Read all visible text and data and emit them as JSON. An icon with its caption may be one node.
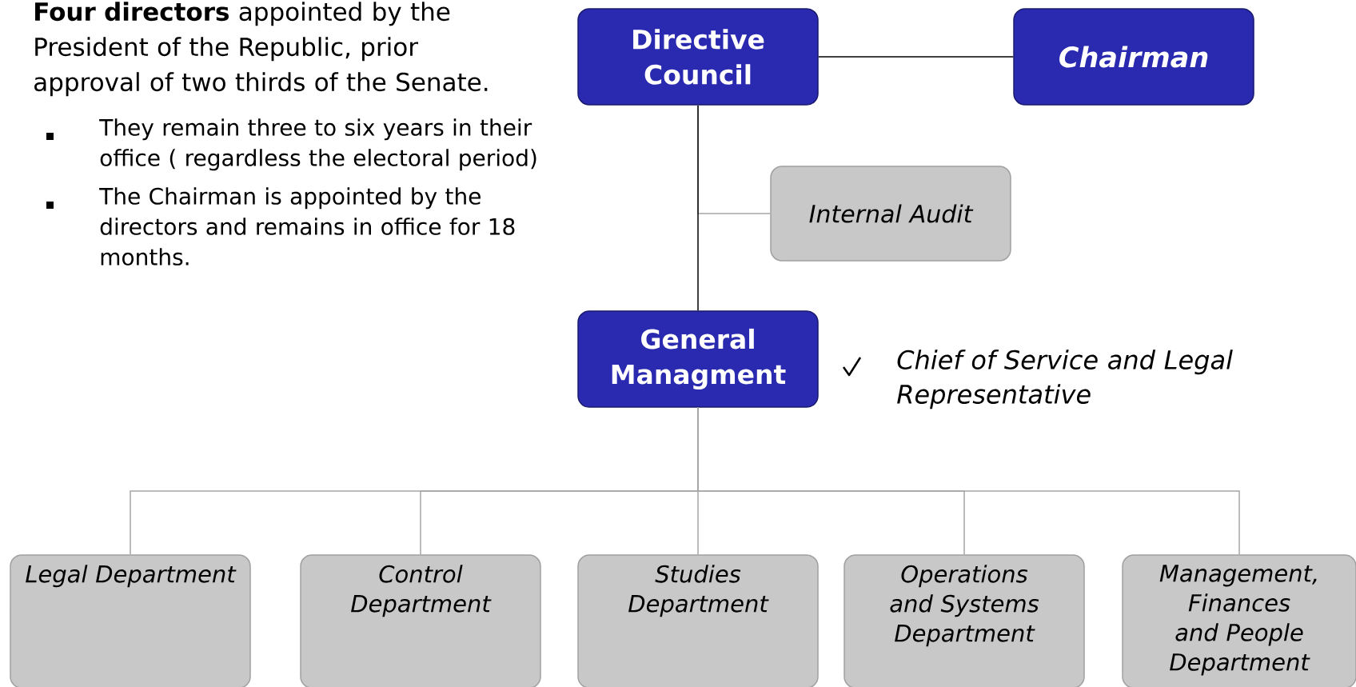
{
  "diagram": {
    "nodes": [
      {
        "text": [
          "Directive Council"
        ]
      },
      {
        "text": [
          "Chairman"
        ]
      },
      {
        "text": [
          "Internal Audit"
        ]
      },
      {
        "text": [
          "General Managment"
        ],
        "beside": [
          "Chief of Service and Legal Representative"
        ]
      },
      {
        "text": [
          "Legal Department"
        ]
      },
      {
        "text": [
          "Control Department"
        ]
      },
      {
        "text": [
          "Studies Department"
        ]
      },
      {
        "text": [
          "Operations and Systems Department"
        ]
      },
      {
        "text": [
          "Management, Finances and People Department"
        ]
      }
    ],
    "edges": [
      {
        "from": 0,
        "to": 1,
        "arrow": "none",
        "color": "#000000"
      },
      {
        "from": 0,
        "to": 2,
        "arrow": "none"
      },
      {
        "from": 0,
        "to": 3,
        "arrow": "none",
        "color": "#000000"
      },
      {
        "from": 3,
        "to": 4,
        "arrow": "none"
      },
      {
        "from": 3,
        "to": 5,
        "arrow": "none"
      },
      {
        "from": 3,
        "to": 6,
        "arrow": "none"
      },
      {
        "from": 3,
        "to": 7,
        "arrow": "none"
      },
      {
        "from": 3,
        "to": 8,
        "arrow": "none"
      }
    ],
    "labels": [
      "**Four directors** appointed by the President of the Republic, prior approval of two thirds of the Senate.",
      "They remain three to six years in their office ( regardless the electoral period)",
      "The  Chairman is appointed by the directors  and remains in office for 18 months."
    ]
  }
}
